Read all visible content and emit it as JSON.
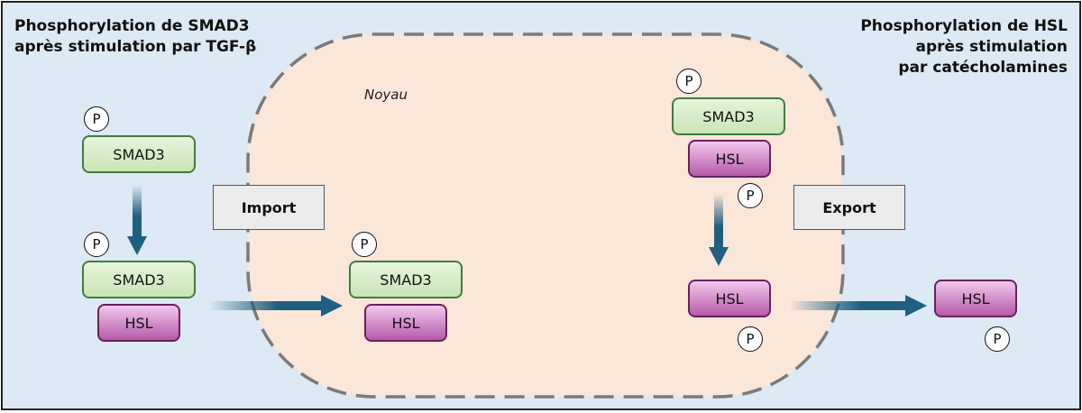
{
  "title_left": {
    "line1": "Phosphorylation de SMAD3",
    "line2": "après stimulation par TGF-β"
  },
  "title_right": {
    "line1": "Phosphorylation de HSL",
    "line2": "après stimulation",
    "line3": "par catécholamines"
  },
  "nucleus": {
    "label": "Noyau"
  },
  "labels": {
    "import": "Import",
    "export": "Export",
    "smad3": "SMAD3",
    "hsl": "HSL",
    "p": "P"
  },
  "colors": {
    "background": "#dde9f4",
    "nucleus_fill": "#fbe6da",
    "nucleus_border": "#7a7a7a",
    "smad3_border": "#3f7e3c",
    "hsl_border": "#6b1f60",
    "arrow": "#1f5f82"
  }
}
